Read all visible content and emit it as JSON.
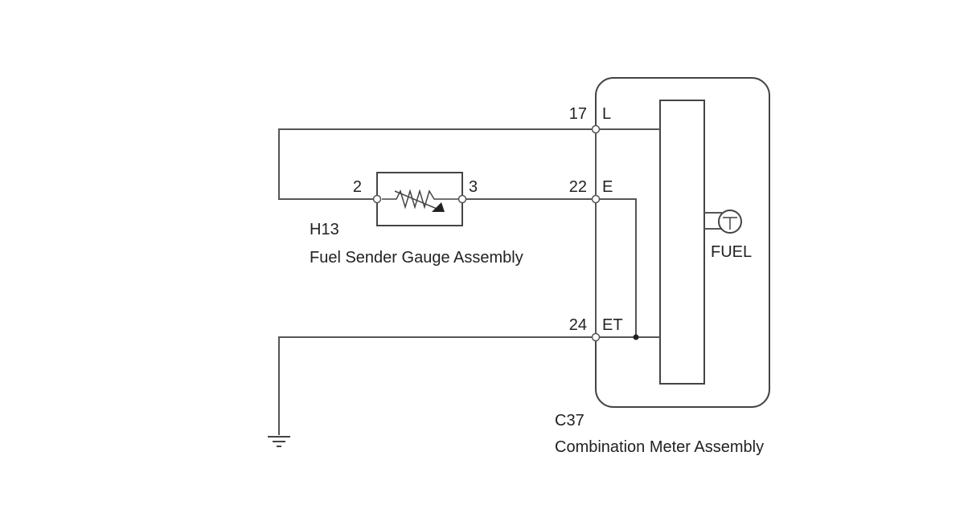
{
  "pins": {
    "p17": "17",
    "p22": "22",
    "p24": "24",
    "p2": "2",
    "p3": "3",
    "L": "L",
    "E": "E",
    "ET": "ET"
  },
  "sender": {
    "code": "H13",
    "name": "Fuel Sender Gauge Assembly"
  },
  "meter": {
    "code": "C37",
    "name": "Combination Meter Assembly",
    "gauge_label": "FUEL"
  },
  "icons": {
    "ground": "ground-icon",
    "gauge": "fuel-gauge-icon",
    "sensor": "variable-resistor-icon"
  }
}
